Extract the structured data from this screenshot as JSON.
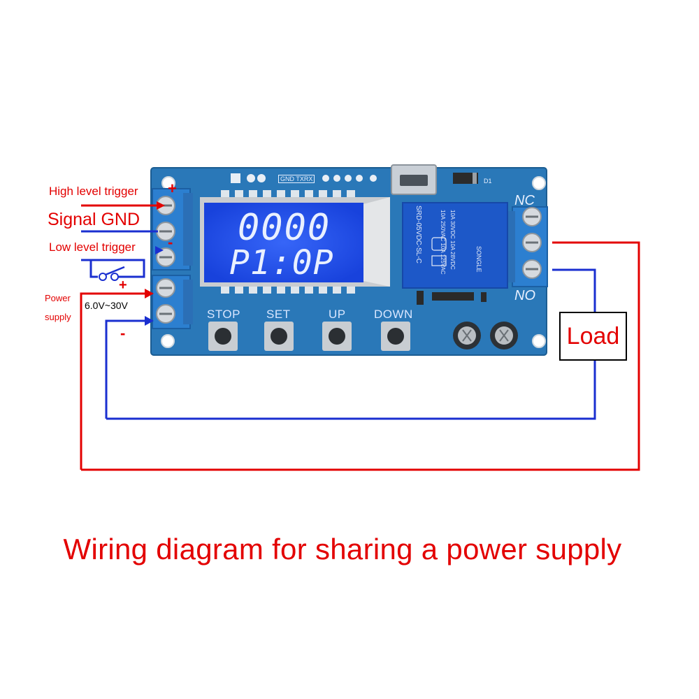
{
  "title": "Wiring diagram for sharing a power supply",
  "labels": {
    "high_trigger": "High level trigger",
    "signal_gnd": "Signal GND",
    "low_trigger": "Low level trigger",
    "power_supply_1": "Power",
    "power_supply_2": "supply",
    "voltage": "6.0V~30V",
    "plus": "+",
    "minus": "-",
    "load": "Load",
    "nc": "NC",
    "no": "NO"
  },
  "board": {
    "header_label": "GND TXRX",
    "d1": "D1",
    "buttons": [
      "STOP",
      "SET",
      "UP",
      "DOWN"
    ],
    "display_top": "0000",
    "display_bottom": "P1:0P",
    "relay_lines": [
      "SRD-05VDC-SL-C",
      "10A 250VAC 10A 125VAC",
      "10A 30VDC 10A 28VDC",
      "SONGLE"
    ]
  },
  "colors": {
    "wire_red": "#e30000",
    "wire_blue": "#1a2fd0",
    "pcb": "#2a78b8",
    "lcd": "#1e4ff0",
    "terminal": "#2c7fd0"
  }
}
